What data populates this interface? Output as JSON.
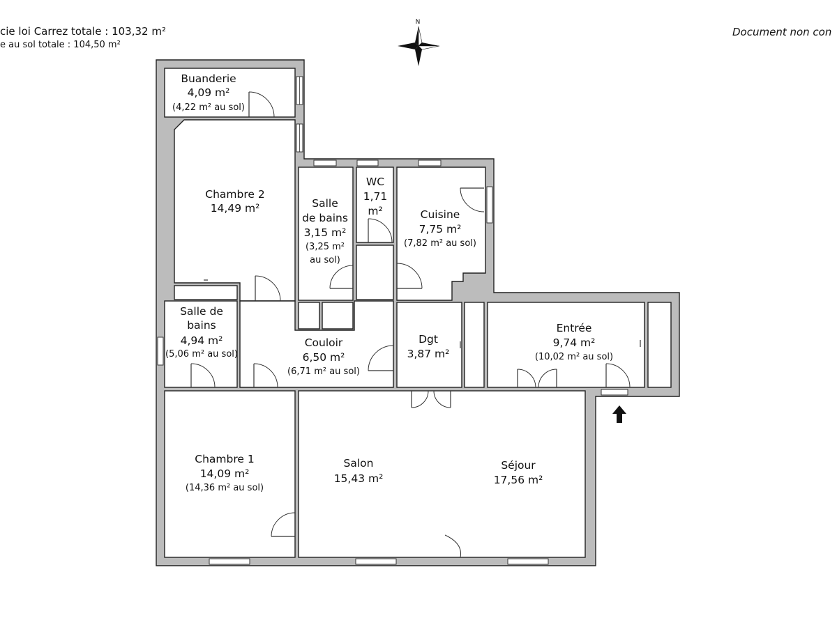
{
  "header": {
    "carrez_total": "cie loi Carrez totale :  103,32 m²",
    "sol_total": "e au sol totale :  104,50 m²",
    "notice": "Document non con",
    "north": "N"
  },
  "rooms": {
    "buanderie": {
      "name": "Buanderie",
      "area": "4,09 m²",
      "sol": "(4,22 m² au sol)"
    },
    "chambre2": {
      "name": "Chambre 2",
      "area": "14,49 m²"
    },
    "sdb1": {
      "name1": "Salle",
      "name2": "de bains",
      "area": "3,15 m²",
      "sol1": "(3,25 m²",
      "sol2": "au sol)"
    },
    "wc": {
      "name": "WC",
      "area1": "1,71",
      "area2": "m²"
    },
    "cuisine": {
      "name": "Cuisine",
      "area": "7,75 m²",
      "sol": "(7,82 m² au sol)"
    },
    "sdb2": {
      "name1": "Salle de",
      "name2": "bains",
      "area": "4,94 m²",
      "sol": "(5,06 m² au sol)"
    },
    "couloir": {
      "name": "Couloir",
      "area": "6,50 m²",
      "sol": "(6,71 m² au sol)"
    },
    "dgt": {
      "name": "Dgt",
      "area": "3,87 m²"
    },
    "entree": {
      "name": "Entrée",
      "area": "9,74 m²",
      "sol": "(10,02 m² au sol)"
    },
    "chambre1": {
      "name": "Chambre 1",
      "area": "14,09 m²",
      "sol": "(14,36 m² au sol)"
    },
    "salon": {
      "name": "Salon",
      "area": "15,43 m²"
    },
    "sejour": {
      "name": "Séjour",
      "area": "17,56 m²"
    }
  },
  "icons": {
    "compass": "compass-rose-icon",
    "entrance": "entrance-arrow-icon"
  },
  "colors": {
    "wall": "#bcbcbc",
    "line": "#222222",
    "room": "#ffffff"
  }
}
